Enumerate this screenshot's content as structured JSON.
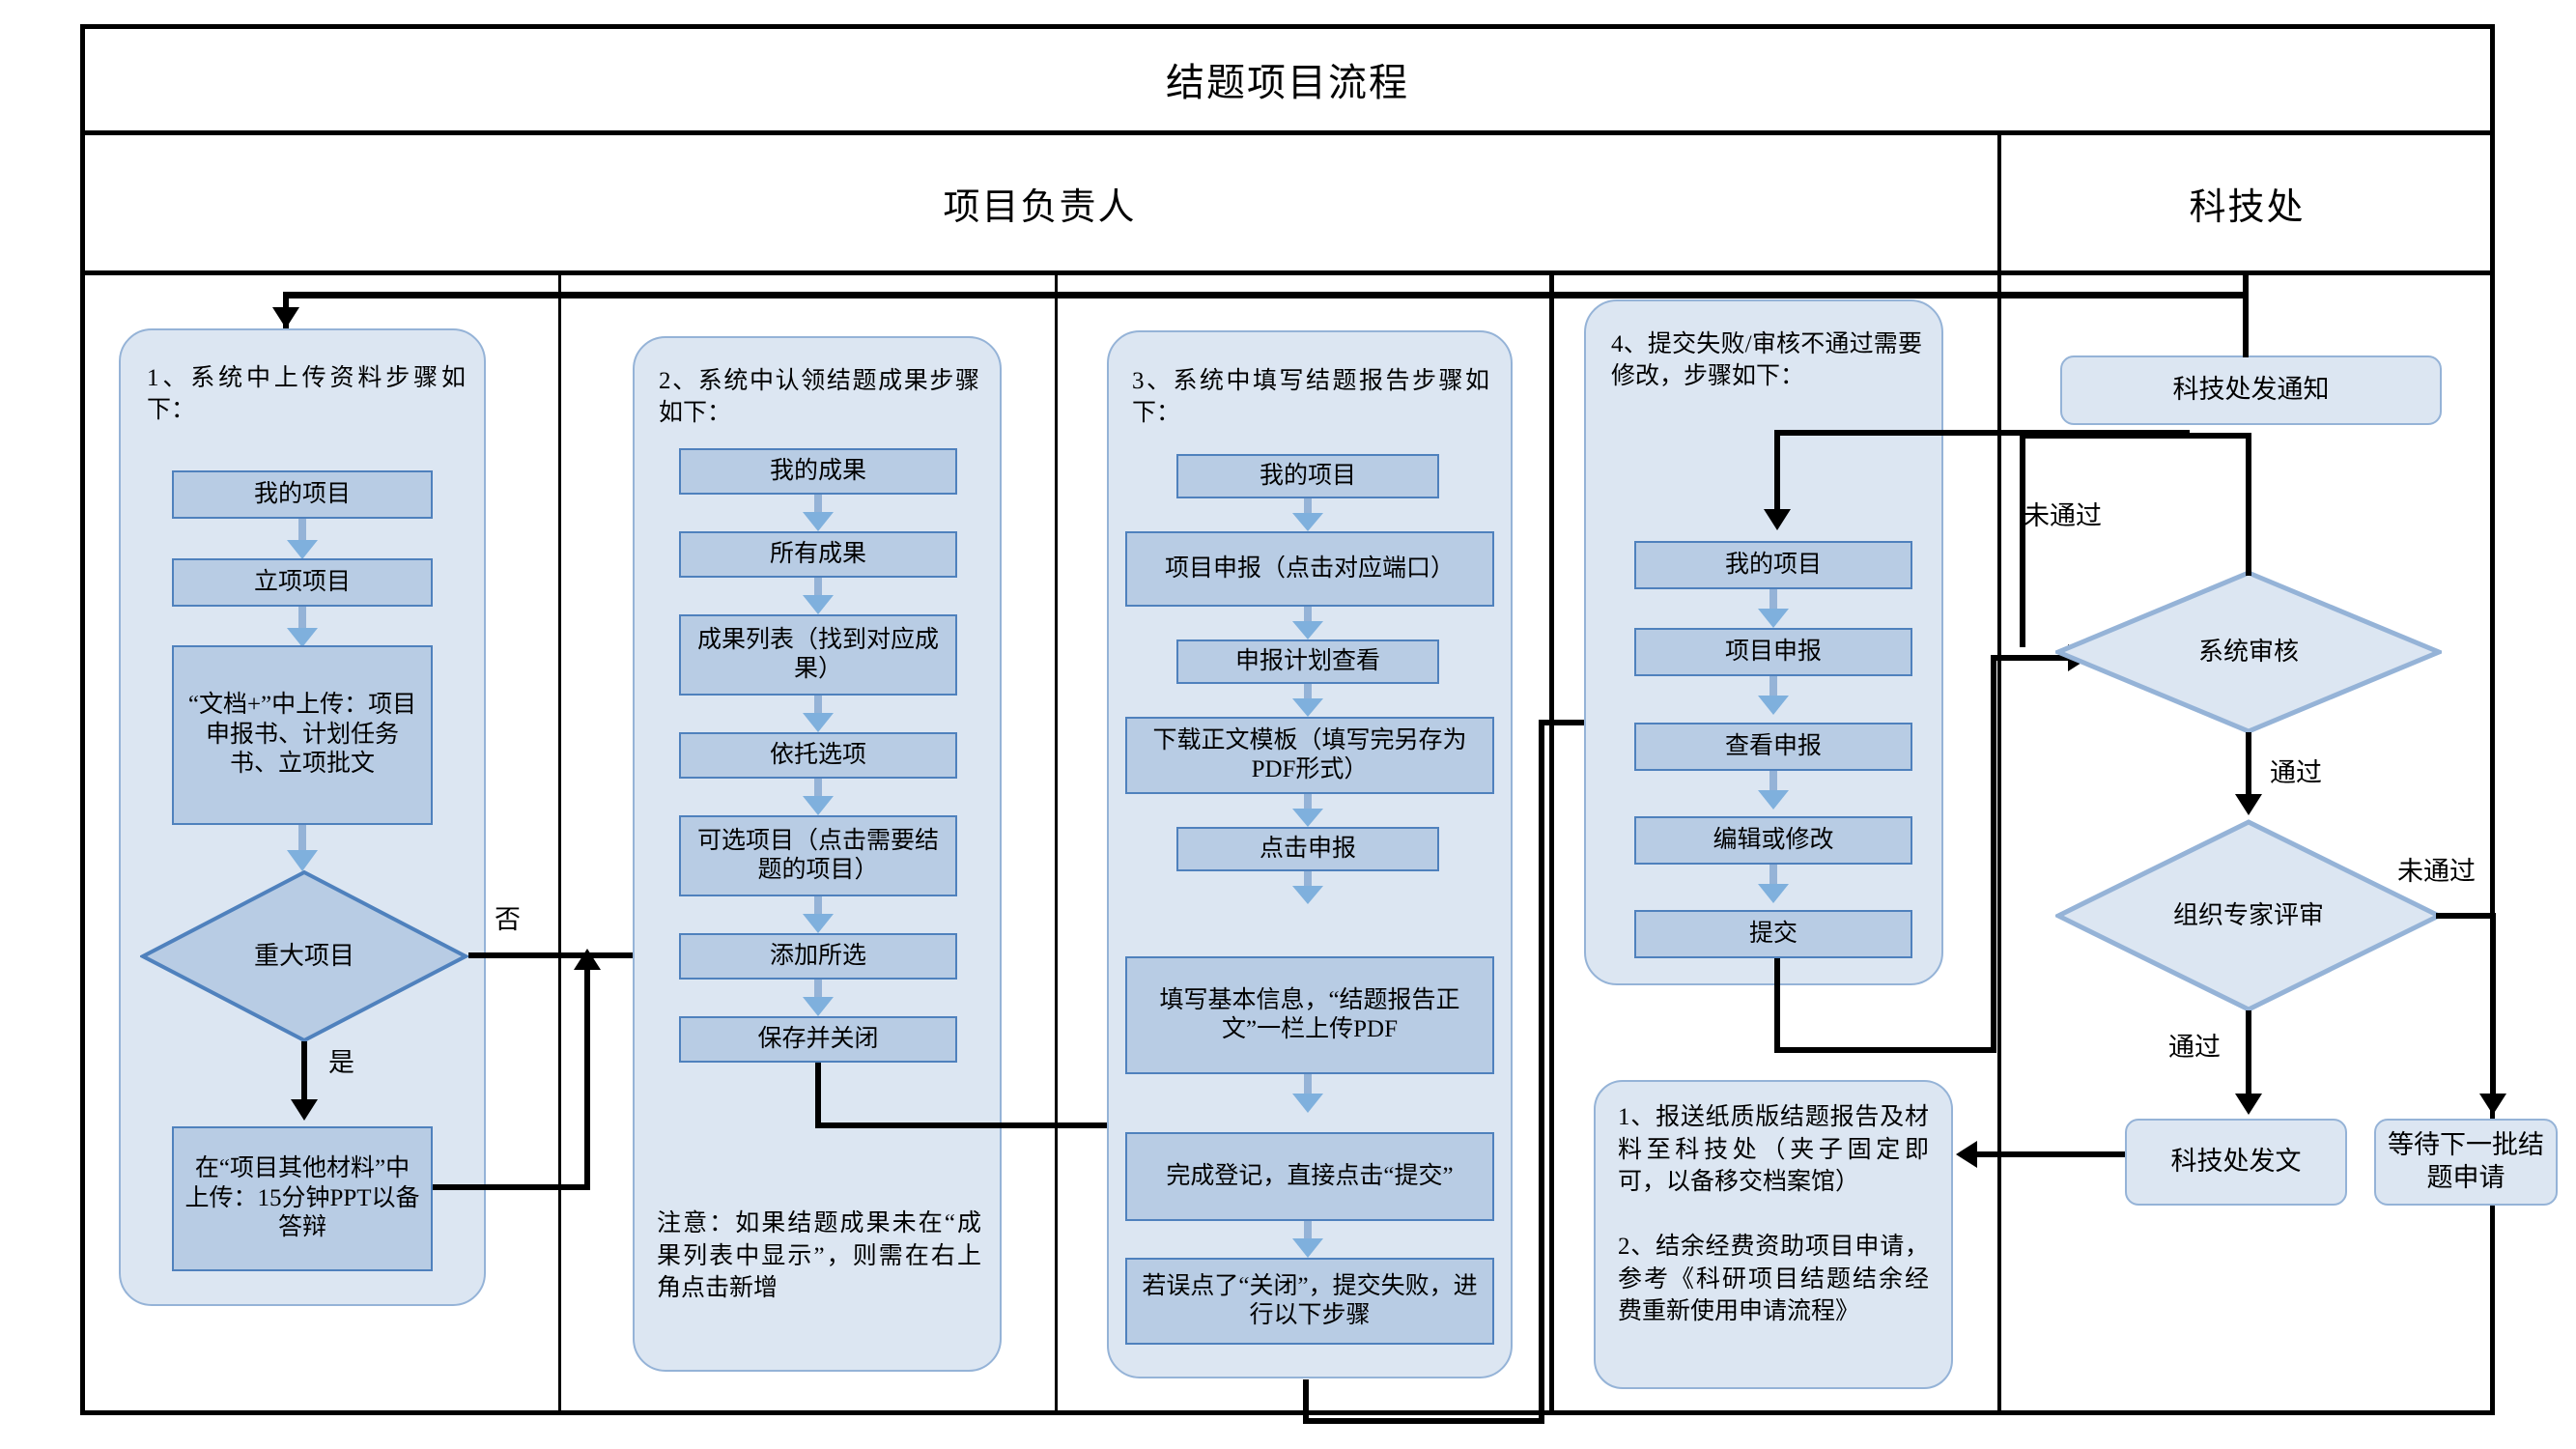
{
  "diagram": {
    "title": "结题项目流程",
    "lanes": [
      {
        "id": "owner",
        "label": "项目负责人"
      },
      {
        "id": "office",
        "label": "科技处"
      }
    ]
  },
  "col1": {
    "heading": "1、系统中上传资料步骤如下：",
    "steps": [
      {
        "text": "我的项目"
      },
      {
        "text": "立项项目"
      },
      {
        "text": "“文档+”中上传：项目申报书、计划任务书、立项批文"
      }
    ],
    "decision": "重大项目",
    "yes_label": "是",
    "no_label": "否",
    "yes_step": "在“项目其他材料”中上传：15分钟PPT以备答辩"
  },
  "col2": {
    "heading": "2、系统中认领结题成果步骤如下：",
    "steps": [
      {
        "text": "我的成果"
      },
      {
        "text": "所有成果"
      },
      {
        "text": "成果列表（找到对应成果）"
      },
      {
        "text": "依托选项"
      },
      {
        "text": "可选项目（点击需要结题的项目）"
      },
      {
        "text": "添加所选"
      },
      {
        "text": "保存并关闭"
      }
    ],
    "note": "注意：如果结题成果未在“成果列表中显示”，则需在右上角点击新增"
  },
  "col3": {
    "heading": "3、系统中填写结题报告步骤如下：",
    "steps": [
      {
        "text": "我的项目"
      },
      {
        "text": "项目申报（点击对应端口）"
      },
      {
        "text": "申报计划查看"
      },
      {
        "text": "下载正文模板（填写完另存为PDF形式）"
      },
      {
        "text": "点击申报"
      },
      {
        "text": "填写基本信息，“结题报告正文”一栏上传PDF"
      },
      {
        "text": "完成登记，直接点击“提交”"
      },
      {
        "text": "若误点了“关闭”，提交失败，进行以下步骤"
      }
    ]
  },
  "col4": {
    "heading": "4、提交失败/审核不通过需要修改，步骤如下：",
    "steps": [
      {
        "text": "我的项目"
      },
      {
        "text": "项目申报"
      },
      {
        "text": "查看申报"
      },
      {
        "text": "编辑或修改"
      },
      {
        "text": "提交"
      }
    ],
    "notes": "1、报送纸质版结题报告及材料至科技处（夹子固定即可，以备移交档案馆）\n\n2、结余经费资助项目申请，参考《科研项目结题结余经费重新使用申请流程》"
  },
  "col5": {
    "notice_box": "科技处发通知",
    "decision1": "系统审核",
    "decision2": "组织专家评审",
    "box_publish": "科技处发文",
    "box_wait": "等待下一批结题申请",
    "edge_fail1": "未通过",
    "edge_pass1": "通过",
    "edge_pass2": "通过",
    "edge_fail2": "未通过"
  },
  "colors": {
    "group_fill": "#dce6f2",
    "group_border": "#95b3d7",
    "process_fill": "#b8cce4",
    "process_border": "#4f81bd",
    "connector": "#000000",
    "blue_arrow": "#95b3d7"
  }
}
